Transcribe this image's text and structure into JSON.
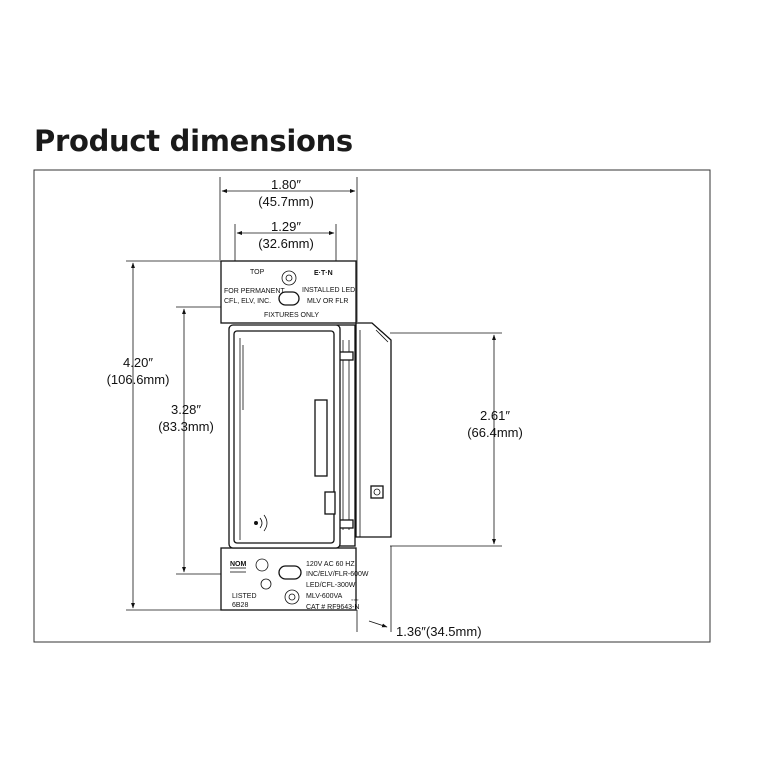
{
  "title": "Product dimensions",
  "dimensions": {
    "overall_width": {
      "inches": "1.80″",
      "mm": "(45.7mm)"
    },
    "switch_width": {
      "inches": "1.29″",
      "mm": "(32.6mm)"
    },
    "overall_height": {
      "inches": "4.20″",
      "mm": "(106.6mm)"
    },
    "switch_height": {
      "inches": "3.28″",
      "mm": "(83.3mm)"
    },
    "body_height": {
      "inches": "2.61″",
      "mm": "(66.4mm)"
    },
    "depth": "1.36″(34.5mm)"
  },
  "top_tab": {
    "top": "TOP",
    "for_permanent": "FOR PERMANENT",
    "cfl_elv_inc": "CFL, ELV, INC.",
    "brand": "E·T·N",
    "installed_led": "INSTALLED LED,",
    "mlv_or_flr": "MLV OR FLR",
    "fixtures_only": "FIXTURES ONLY"
  },
  "bottom_tab": {
    "nom": "NOM",
    "listed": "LISTED",
    "code": "6B28",
    "rating_1": "120V AC 60 HZ",
    "rating_2": "INC/ELV/FLR-600W",
    "rating_3": "LED/CFL-300W",
    "rating_4": "MLV-600VA",
    "cat": "CAT # RF9643-N"
  },
  "colors": {
    "line": "#111111",
    "frame": "#333333",
    "background": "#ffffff"
  }
}
